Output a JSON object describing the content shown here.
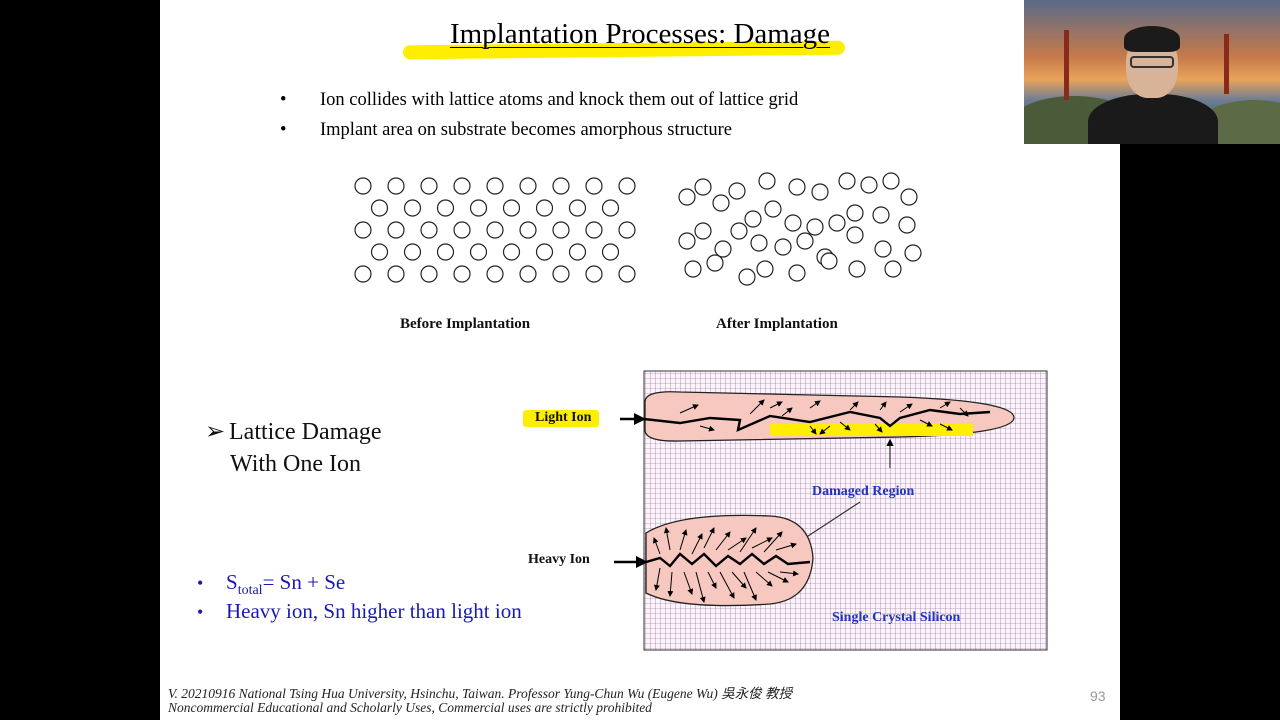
{
  "slide": {
    "title": "Implantation Processes: Damage",
    "bullets": [
      "Ion collides with lattice atoms and knock them out of lattice grid",
      "Implant area on substrate becomes amorphous structure"
    ],
    "bullet_glyph": "•",
    "before_label": "Before Implantation",
    "after_label": "After Implantation",
    "lattice_damage": {
      "arrow": "➢",
      "line1": "Lattice Damage",
      "line2": "With One Ion"
    },
    "diagram": {
      "light_ion": "Light Ion",
      "heavy_ion": "Heavy Ion",
      "damaged_region": "Damaged Region",
      "single_crystal": "Single Crystal Silicon"
    },
    "formula": {
      "s": "S",
      "sub": "total",
      "rest": "= Sn + Se",
      "line2": "Heavy ion, Sn higher than light ion"
    },
    "footer_line1": "V. 20210916 National Tsing Hua University, Hsinchu, Taiwan. Professor Yung-Chun Wu (Eugene Wu) 吳永俊 教授",
    "footer_line2": "Noncommercial Educational and Scholarly Uses, Commercial uses are strictly prohibited",
    "page_number": "93"
  },
  "colors": {
    "highlight": "#ffee00",
    "formula_blue": "#1a1ab0",
    "grid_purple": "#8a5a8a",
    "damage_pink": "#f7c8c0"
  },
  "webcam": {
    "icon": "presenter-video-feed"
  }
}
